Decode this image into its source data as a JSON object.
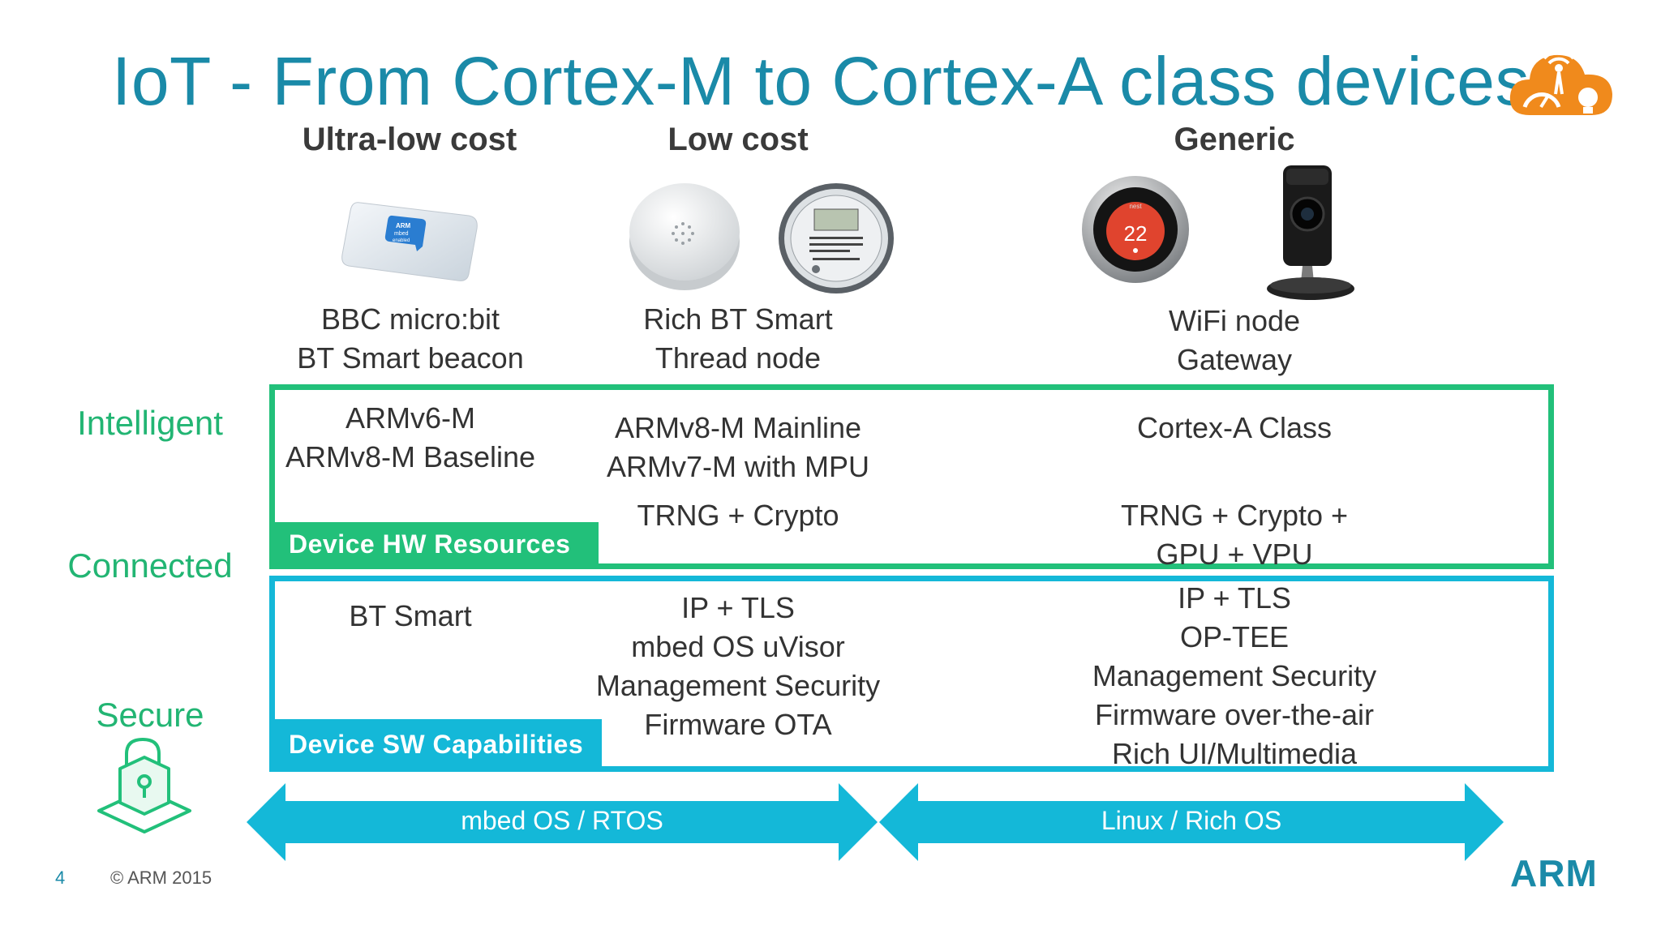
{
  "title": "IoT - From Cortex-M to Cortex-A class devices",
  "columns": {
    "ultra_low_cost": {
      "heading": "Ultra-low cost",
      "device_label_lines": [
        "BBC micro:bit",
        "BT Smart beacon"
      ],
      "device_text": {
        "brand": "ARM",
        "line1": "mbed",
        "line2": "enabled"
      },
      "hw_lines": [
        "ARMv6-M",
        "ARMv8-M Baseline"
      ],
      "sw_lines": [
        "BT Smart"
      ]
    },
    "low_cost": {
      "heading": "Low cost",
      "device_label_lines": [
        "Rich BT Smart",
        "Thread node"
      ],
      "hw_lines": [
        "ARMv8-M Mainline",
        "ARMv7-M with MPU"
      ],
      "hw_extra": "TRNG + Crypto",
      "sw_lines": [
        "IP + TLS",
        "mbed OS uVisor",
        "Management Security",
        "Firmware OTA"
      ]
    },
    "generic": {
      "heading": "Generic",
      "device_label_lines": [
        "WiFi node",
        "Gateway"
      ],
      "thermostat_brand": "nest",
      "thermostat_value": "22",
      "hw_lines": [
        "Cortex-A Class"
      ],
      "hw_extra_lines": [
        "TRNG + Crypto +",
        "GPU + VPU"
      ],
      "sw_lines": [
        "IP + TLS",
        "OP-TEE",
        "Management Security",
        "Firmware over-the-air",
        "Rich UI/Multimedia"
      ]
    }
  },
  "side_labels": {
    "intelligent": "Intelligent",
    "connected": "Connected",
    "secure": "Secure"
  },
  "tags": {
    "hw": "Device HW Resources",
    "sw": "Device SW Capabilities"
  },
  "arrows": {
    "left": "mbed OS / RTOS",
    "right": "Linux / Rich OS"
  },
  "footer": {
    "page_number": "4",
    "copyright": "© ARM 2015",
    "logo": "ARM"
  },
  "icons": {
    "top_right": "iot-cloud-icon",
    "secure": "padlock-icon"
  },
  "colors": {
    "title": "#1a8aa8",
    "green": "#22c07a",
    "cyan": "#14b8d8",
    "orange": "#f08a1c",
    "logo": "#1a8aa8"
  }
}
